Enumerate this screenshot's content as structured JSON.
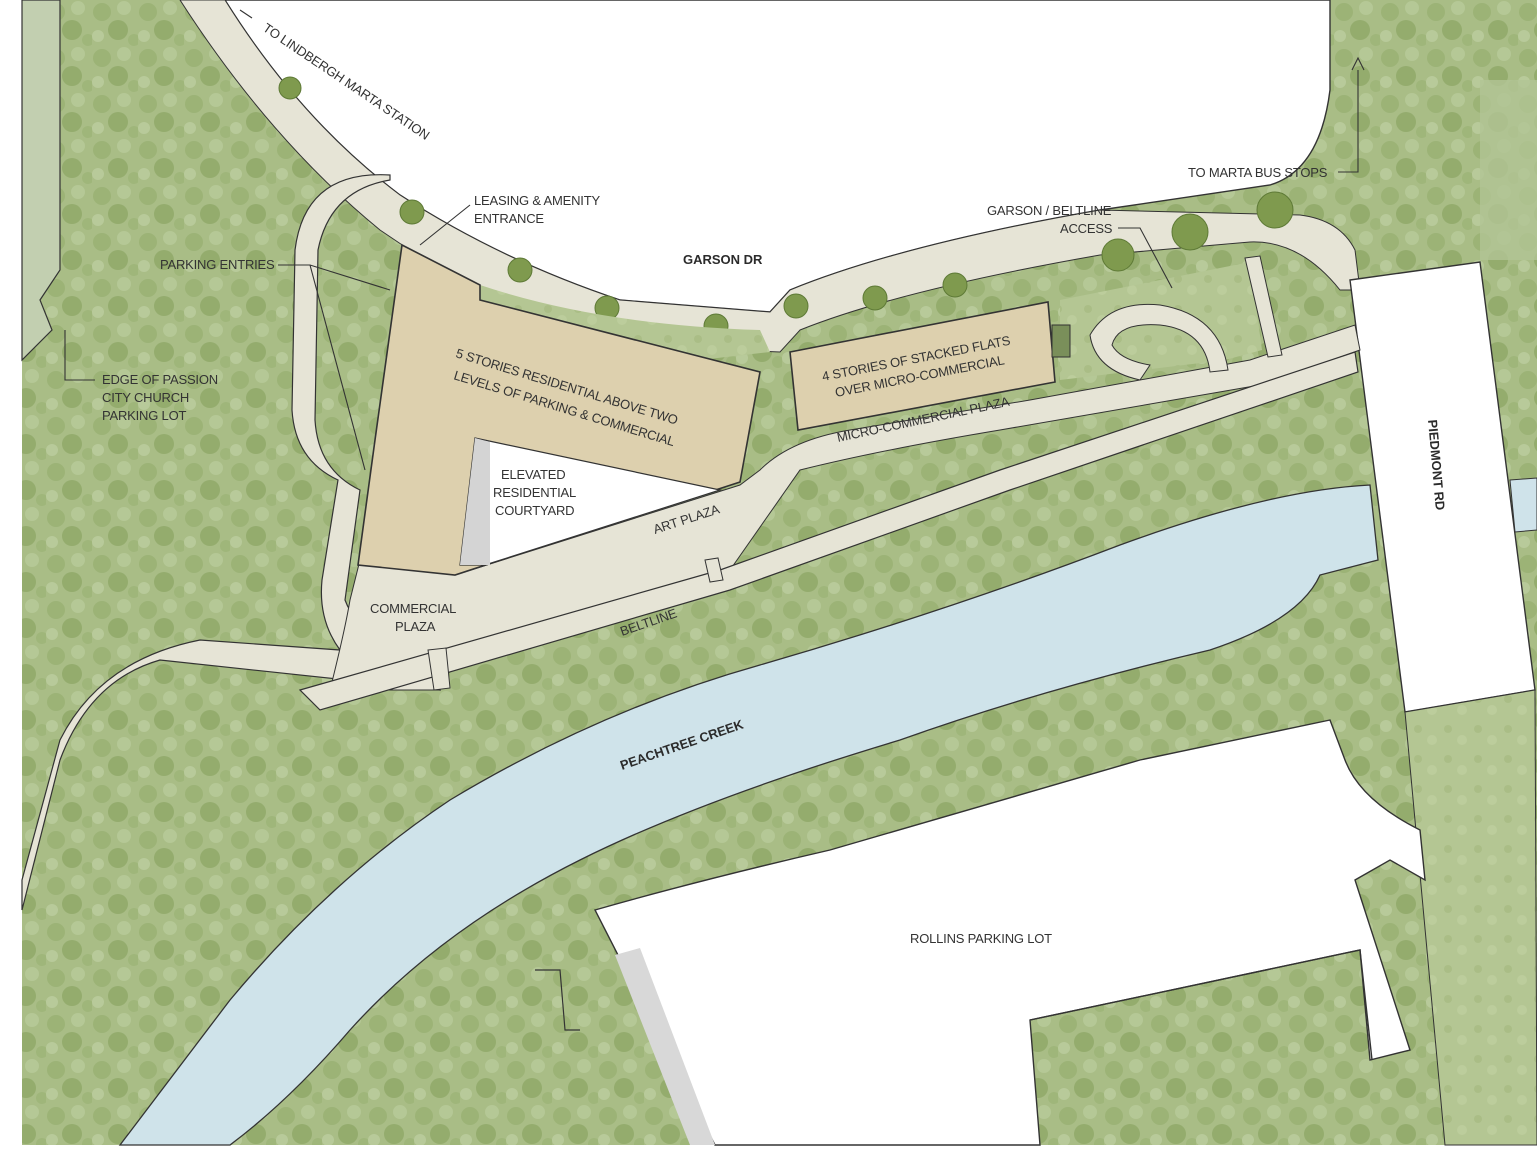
{
  "map": {
    "labels": {
      "to_lindbergh": "TO LINDBERGH MARTA STATION",
      "leasing_1": "LEASING & AMENITY",
      "leasing_2": "ENTRANCE",
      "parking_entries": "PARKING ENTRIES",
      "edge_1": "EDGE OF PASSION",
      "edge_2": "CITY CHURCH",
      "edge_3": "PARKING LOT",
      "garson_dr": "GARSON DR",
      "marta_bus": "TO MARTA BUS STOPS",
      "garson_beltline_1": "GARSON / BELTLINE",
      "garson_beltline_2": "ACCESS",
      "residential_1": "5 STORIES RESIDENTIAL ABOVE TWO",
      "residential_2": "LEVELS OF PARKING & COMMERCIAL",
      "flats_1": "4 STORIES OF STACKED FLATS",
      "flats_2": "OVER MICRO-COMMERCIAL",
      "micro_plaza": "MICRO-COMMERCIAL PLAZA",
      "courtyard_1": "ELEVATED",
      "courtyard_2": "RESIDENTIAL",
      "courtyard_3": "COURTYARD",
      "art_plaza": "ART PLAZA",
      "piedmont_rd": "PIEDMONT RD",
      "commercial_1": "COMMERCIAL",
      "commercial_2": "PLAZA",
      "beltline": "BELTLINE",
      "peachtree_creek": "PEACHTREE CREEK",
      "rollins_lot": "ROLLINS PARKING LOT"
    },
    "colors": {
      "vegetation": "#a9bd86",
      "vegetation_dark": "#8fa86a",
      "paving": "#e6e4d6",
      "creek": "#cfe3ea",
      "building": "#ddd0ae",
      "road": "#ffffff",
      "outline": "#333333"
    }
  }
}
